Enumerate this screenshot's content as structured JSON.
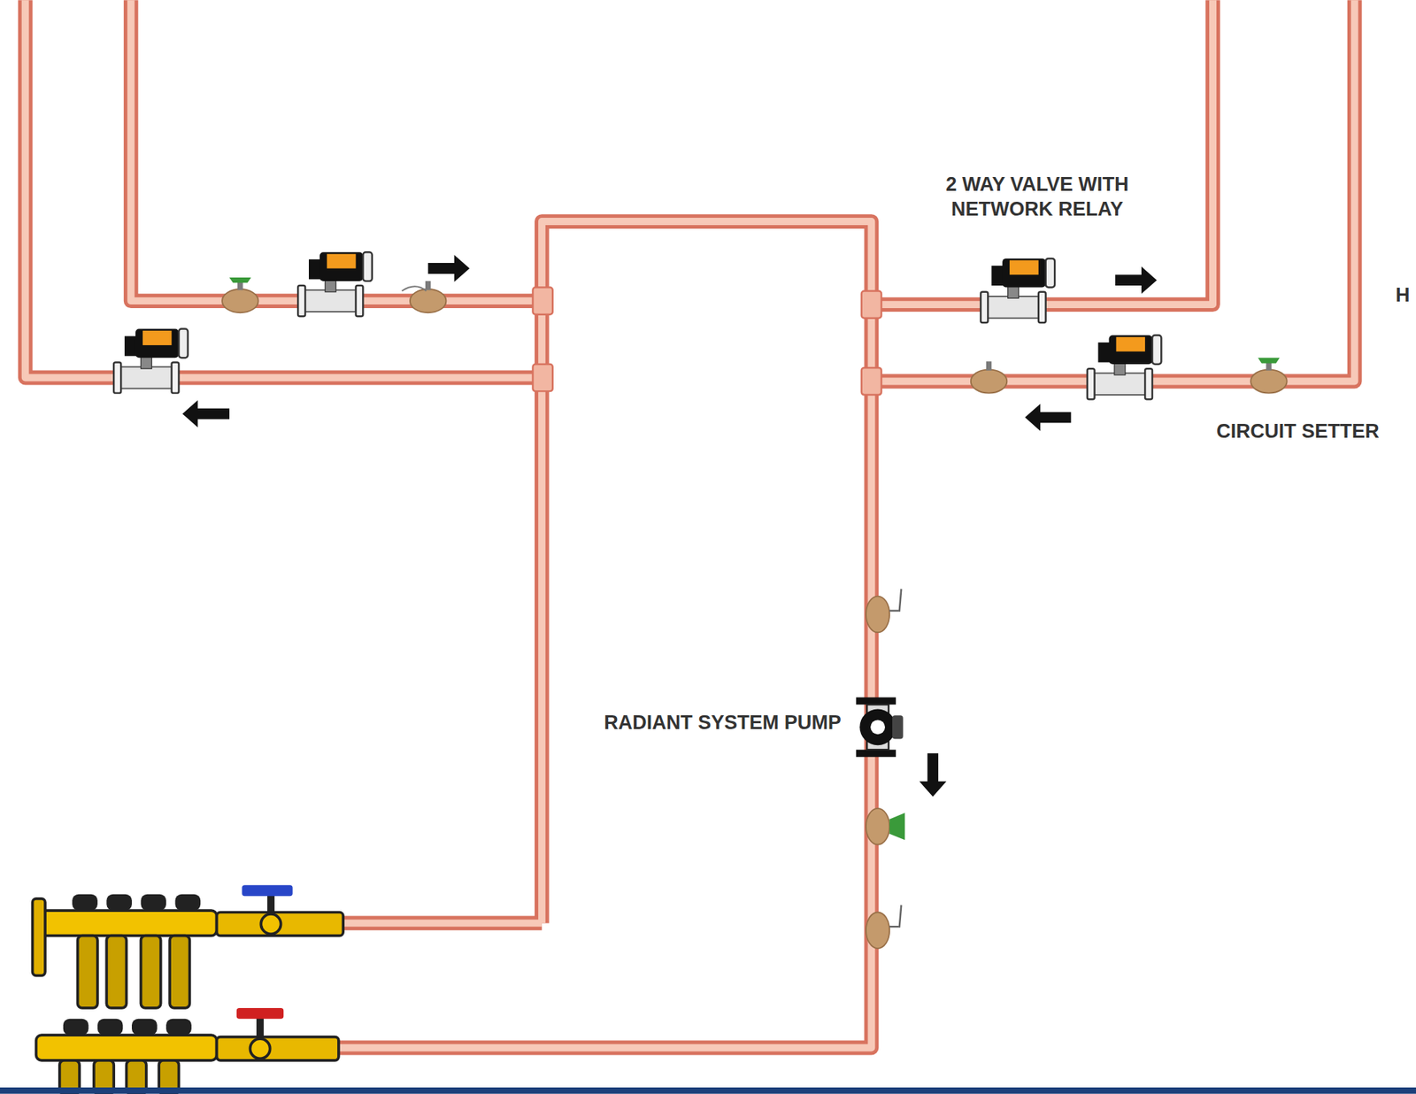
{
  "diagram": {
    "labels": [
      "2 WAY VALVE WITH NETWORK RELAY",
      "CIRCUIT SETTER",
      "H",
      "RADIANT SYSTEM PUMP"
    ]
  }
}
